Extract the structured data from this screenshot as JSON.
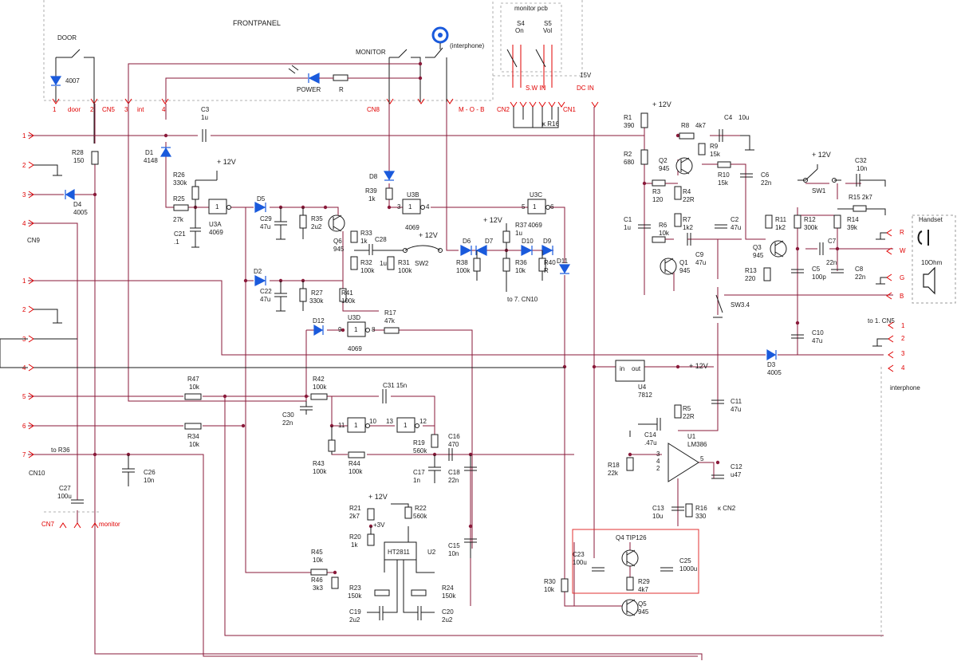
{
  "frontpanel": {
    "title": "FRONTPANEL",
    "door": "DOOR",
    "d4007": "4007",
    "monitor": "MONITOR",
    "interphone": "(interphone)",
    "power": "POWER",
    "r": "R"
  },
  "monitor_pcb": {
    "title": "monitor pcb",
    "s4": "S4",
    "s4v": "On",
    "s5": "S5",
    "s5v": "Vol",
    "swin": "S.W IN",
    "dcin": "DC IN",
    "v15": "15V"
  },
  "connectors": {
    "p1": "1",
    "door": "door",
    "p2": "2",
    "cn5": "CN5",
    "p3": "3",
    "int": "int",
    "p4": "4",
    "cn8": "CN8",
    "mob": "M - O - B",
    "cn2": "CN2",
    "cn1": "CN1",
    "kr16": "κ R16"
  },
  "cn9": {
    "label": "CN9",
    "pins": [
      "1",
      "2",
      "3",
      "4"
    ]
  },
  "cn10": {
    "label": "CN10",
    "pins": [
      "1",
      "2",
      "3",
      "4",
      "5",
      "6",
      "7"
    ],
    "tor36": "to R36"
  },
  "cn7": {
    "label": "CN7",
    "monitor": "monitor"
  },
  "right_cn5": {
    "label": "to 1. CN5",
    "pins": [
      "1",
      "2",
      "3",
      "4"
    ],
    "interphone": "interphone"
  },
  "handset": {
    "title": "Handset",
    "r": "R",
    "w": "W",
    "g": "G",
    "b": "B",
    "speaker": "10Ohm"
  },
  "supply": {
    "v12": "+ 12V",
    "v3": "+3V"
  },
  "parts": {
    "c3": [
      "C3",
      "1u"
    ],
    "r28": [
      "R28",
      "150"
    ],
    "d4": [
      "D4",
      "4005"
    ],
    "d1": [
      "D1",
      "4148"
    ],
    "r26": [
      "R26",
      "330k"
    ],
    "r25": [
      "R25",
      "27k"
    ],
    "c21": [
      "C21",
      ".1"
    ],
    "u3a": [
      "U3A",
      "4069"
    ],
    "d5": "D5",
    "c29": [
      "C29",
      "47u"
    ],
    "r35": [
      "R35",
      "2u2"
    ],
    "q6": [
      "Q6",
      "945"
    ],
    "r33": [
      "R33",
      "1k"
    ],
    "c28": "C28",
    "r32": [
      "R32",
      "100k"
    ],
    "c28v": "1u",
    "r31": [
      "R31",
      "100k"
    ],
    "sw2": "SW2",
    "d8": "D8",
    "r39": [
      "R39",
      "1k"
    ],
    "u3b": [
      "U3B",
      "4069"
    ],
    "d6": "D6",
    "d7": "D7",
    "r38": [
      "R38",
      "100k"
    ],
    "u3c": [
      "U3C",
      "4069"
    ],
    "r37": [
      "R37",
      "1u"
    ],
    "d10": "D10",
    "d9": "D9",
    "r36": [
      "R36",
      "10k"
    ],
    "r40": [
      "R40",
      "R"
    ],
    "to7cn10": "to 7. CN10",
    "d11": "D11",
    "d2": "D2",
    "c22": [
      "C22",
      "47u"
    ],
    "r27": [
      "R27",
      "330k"
    ],
    "r41": [
      "R41",
      "100k"
    ],
    "d12": "D12",
    "u3d": [
      "U3D",
      "4069"
    ],
    "r17": [
      "R17",
      "47k"
    ],
    "r47": [
      "R47",
      "10k"
    ],
    "r42": [
      "R42",
      "100k"
    ],
    "c31": "C31 15n",
    "c30": [
      "C30",
      "22n"
    ],
    "r34": [
      "R34",
      "10k"
    ],
    "r43": [
      "R43",
      "100k"
    ],
    "r44": [
      "R44",
      "100k"
    ],
    "r19": [
      "R19",
      "560k"
    ],
    "c16": [
      "C16",
      "470"
    ],
    "c17": [
      "C17",
      "1n"
    ],
    "c18": [
      "C18",
      "22n"
    ],
    "c26": [
      "C26",
      "10n"
    ],
    "c27": [
      "C27",
      "100u"
    ],
    "r21": [
      "R21",
      "2k7"
    ],
    "r22": [
      "R22",
      "560k"
    ],
    "r20": [
      "R20",
      "1k"
    ],
    "u2": [
      "HT2811",
      "U2"
    ],
    "r45": [
      "R45",
      "10k"
    ],
    "r46": [
      "R46",
      "3k3"
    ],
    "r23": [
      "R23",
      "150k"
    ],
    "r24": [
      "R24",
      "150k"
    ],
    "c19": [
      "C19",
      "2u2"
    ],
    "c20": [
      "C20",
      "2u2"
    ],
    "c15": [
      "C15",
      "10n"
    ],
    "r30": [
      "R30",
      "10k"
    ],
    "r1": [
      "R1",
      "390"
    ],
    "r2": [
      "R2",
      "680"
    ],
    "r3": [
      "R3",
      "120"
    ],
    "c1": [
      "C1",
      "1u"
    ],
    "r8": [
      "R8",
      "4k7"
    ],
    "c4": [
      "C4",
      "10u"
    ],
    "r9": [
      "R9",
      "15k"
    ],
    "q2": [
      "Q2",
      "945"
    ],
    "r10": [
      "R10",
      "15k"
    ],
    "c6": [
      "C6",
      "22n"
    ],
    "r4": [
      "R4",
      "22R"
    ],
    "r7": [
      "R7",
      "1k2"
    ],
    "r6": [
      "R6",
      "10k"
    ],
    "c2": [
      "C2",
      "47u"
    ],
    "q1": [
      "Q1",
      "945"
    ],
    "c9": [
      "C9",
      "47u"
    ],
    "r11": [
      "R11",
      "1k2"
    ],
    "r12": [
      "R12",
      "300k"
    ],
    "q3": [
      "Q3",
      "945"
    ],
    "r13": [
      "R13",
      "220"
    ],
    "c5": [
      "C5",
      "100p"
    ],
    "c7": "C7",
    "c7v": "22n",
    "sw1": "SW1",
    "c32": [
      "C32",
      "10n"
    ],
    "r15": "R15 2k7",
    "r14": [
      "R14",
      "39k"
    ],
    "c8": [
      "C8",
      "22n"
    ],
    "sw34": "SW3.4",
    "c10": [
      "C10",
      "47u"
    ],
    "d3": [
      "D3",
      "4005"
    ],
    "u4": [
      "U4",
      "7812"
    ],
    "u4in": "in",
    "u4out": "out",
    "c11": [
      "C11",
      "47u"
    ],
    "r5": [
      "R5",
      "22R"
    ],
    "c14": [
      "C14",
      ".47u"
    ],
    "u1": [
      "U1",
      "LM386"
    ],
    "r18": [
      "R18",
      "22k"
    ],
    "c12": [
      "C12",
      "u47"
    ],
    "c13": [
      "C13",
      "10u"
    ],
    "r16": [
      "R16",
      "330"
    ],
    "kcn2": "κ CN2",
    "q4": "Q4   TIP126",
    "c23": [
      "C23",
      "100u"
    ],
    "c25": [
      "C25",
      "1000u"
    ],
    "r29": [
      "R29",
      "4k7"
    ],
    "q5": [
      "Q5",
      "945"
    ]
  }
}
